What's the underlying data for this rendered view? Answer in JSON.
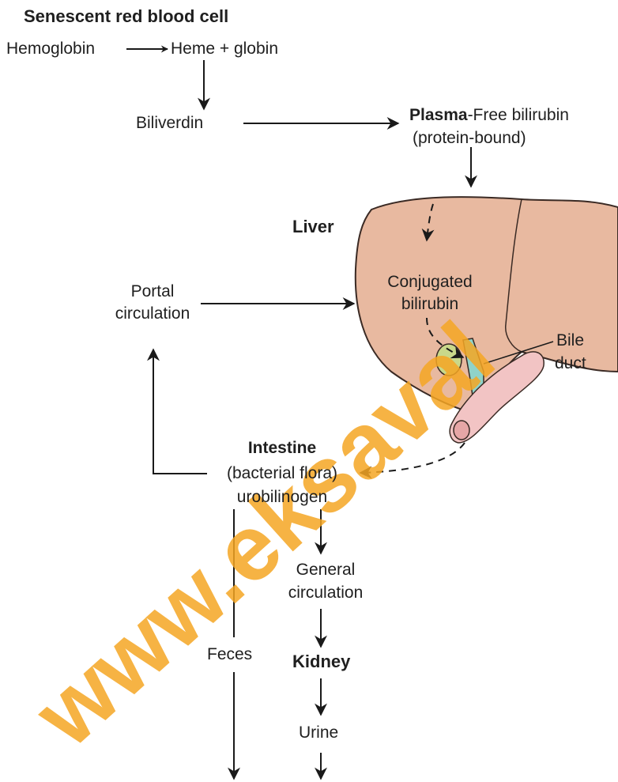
{
  "title": "Senescent red blood cell",
  "nodes": {
    "hemoglobin": "Hemoglobin",
    "heme_globin": "Heme + globin",
    "biliverdin": "Biliverdin",
    "plasma_bold": "Plasma",
    "plasma_rest": "-Free bilirubin",
    "protein_bound": "(protein-bound)",
    "liver": "Liver",
    "conjugated_line1": "Conjugated",
    "conjugated_line2": "bilirubin",
    "portal_line1": "Portal",
    "portal_line2": "circulation",
    "bile_line1": "Bile",
    "bile_line2": "duct",
    "intestine": "Intestine",
    "bacterial_flora": "(bacterial flora)",
    "urobilinogen": "urobilinogen",
    "general_line1": "General",
    "general_line2": "circulation",
    "feces": "Feces",
    "kidney": "Kidney",
    "urine": "Urine"
  },
  "watermark": "www.eksaval",
  "colors": {
    "text": "#1f1f1f",
    "arrow": "#1a1a1a",
    "liver_fill": "#e8b9a0",
    "liver_stroke": "#3a2a24",
    "intestine_fill": "#f2c4c4",
    "bile_duct_fill": "#8fd3c9",
    "gallbladder_fill": "#c9d88a",
    "watermark": "#f5a623"
  }
}
